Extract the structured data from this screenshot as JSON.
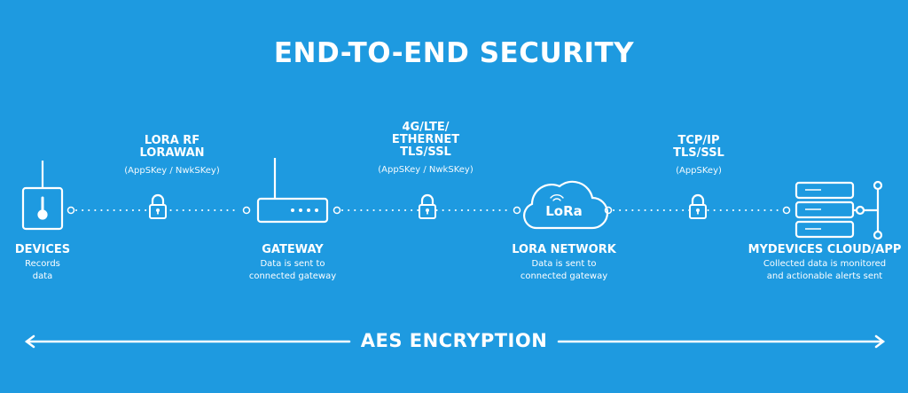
{
  "title": "END-TO-END SECURITY",
  "colors": {
    "background": "#1e9ae0",
    "foreground": "#ffffff"
  },
  "nodes": [
    {
      "icon": "sensor-device-icon",
      "name": "DEVICES",
      "desc": [
        "Records",
        "data"
      ]
    },
    {
      "icon": "router-gateway-icon",
      "name": "GATEWAY",
      "desc": [
        "Data is sent to",
        "connected gateway"
      ]
    },
    {
      "icon": "lora-cloud-icon",
      "name": "LORA NETWORK",
      "desc": [
        "Data is sent to",
        "connected gateway"
      ],
      "logo_text": "LoRa"
    },
    {
      "icon": "server-stack-icon",
      "name": "MYDEVICES CLOUD/APP",
      "desc": [
        "Collected data is monitored",
        "and actionable alerts sent"
      ]
    }
  ],
  "links": [
    {
      "icon": "lock-icon",
      "protocol": [
        "LORA RF",
        "LORAWAN"
      ],
      "keys": "(AppSKey / NwkSKey)"
    },
    {
      "icon": "lock-icon",
      "protocol": [
        "4G/LTE/",
        "ETHERNET",
        "TLS/SSL"
      ],
      "keys": "(AppSKey / NwkSKey)"
    },
    {
      "icon": "lock-icon",
      "protocol": [
        "TCP/IP",
        "TLS/SSL"
      ],
      "keys": "(AppSKey)"
    }
  ],
  "footer": {
    "label": "AES ENCRYPTION"
  }
}
